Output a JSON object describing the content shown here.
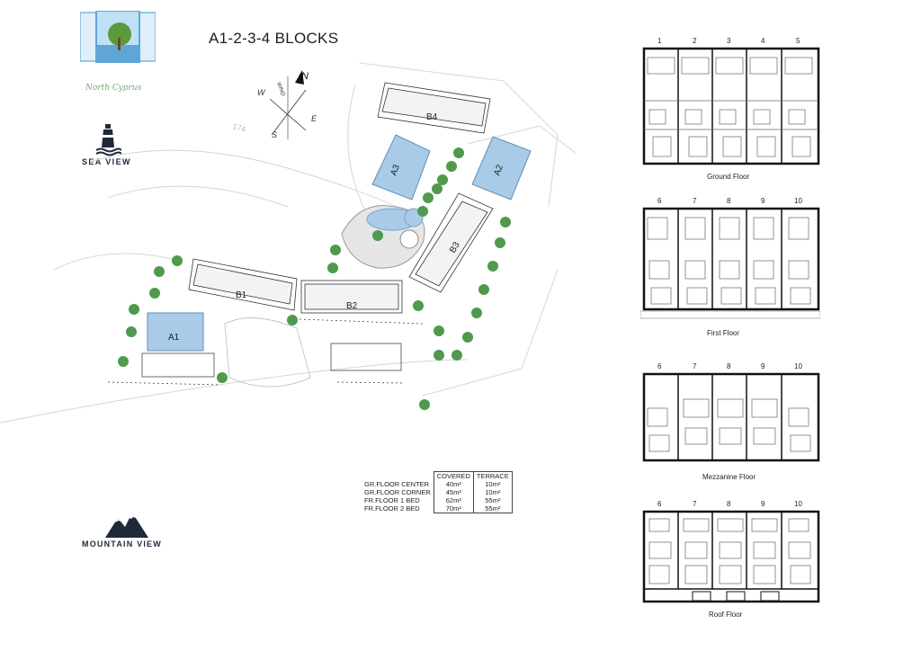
{
  "title": "A1-2-3-4 BLOCKS",
  "brand": {
    "tagline": "North Cyprus",
    "sea_view_label": "SEA VIEW",
    "mountain_view_label": "MOUNTAIN VIEW"
  },
  "compass": {
    "n": "N",
    "s": "S",
    "e": "E",
    "w": "W",
    "wind": "WIND"
  },
  "site_plan": {
    "blocks": [
      "A1",
      "A2",
      "A3",
      "B1",
      "B2",
      "B3",
      "B4"
    ],
    "contour_label": "174"
  },
  "area_table": {
    "headers": [
      "COVERED",
      "TERRACE"
    ],
    "rows": [
      {
        "label": "GR.FLOOR CENTER",
        "covered": "40m²",
        "terrace": "10m²"
      },
      {
        "label": "GR.FLOOR CORNER",
        "covered": "45m²",
        "terrace": "10m²"
      },
      {
        "label": "FR.FLOOR 1 BED",
        "covered": "62m²",
        "terrace": "55m²"
      },
      {
        "label": "FR.FLOOR 2 BED",
        "covered": "70m²",
        "terrace": "55m²"
      }
    ]
  },
  "floor_plans": [
    {
      "caption": "Ground Floor",
      "units": [
        "1",
        "2",
        "3",
        "4",
        "5"
      ]
    },
    {
      "caption": "First Floor",
      "units": [
        "6",
        "7",
        "8",
        "9",
        "10"
      ]
    },
    {
      "caption": "Mezzanine Floor",
      "units": [
        "6",
        "7",
        "8",
        "9",
        "10"
      ]
    },
    {
      "caption": "Roof Floor",
      "units": [
        "6",
        "7",
        "8",
        "9",
        "10"
      ]
    }
  ],
  "colors": {
    "pool": "#a9cbe8",
    "palm": "#4f9a4e",
    "sea": "#7ab8de",
    "line": "#333333"
  }
}
